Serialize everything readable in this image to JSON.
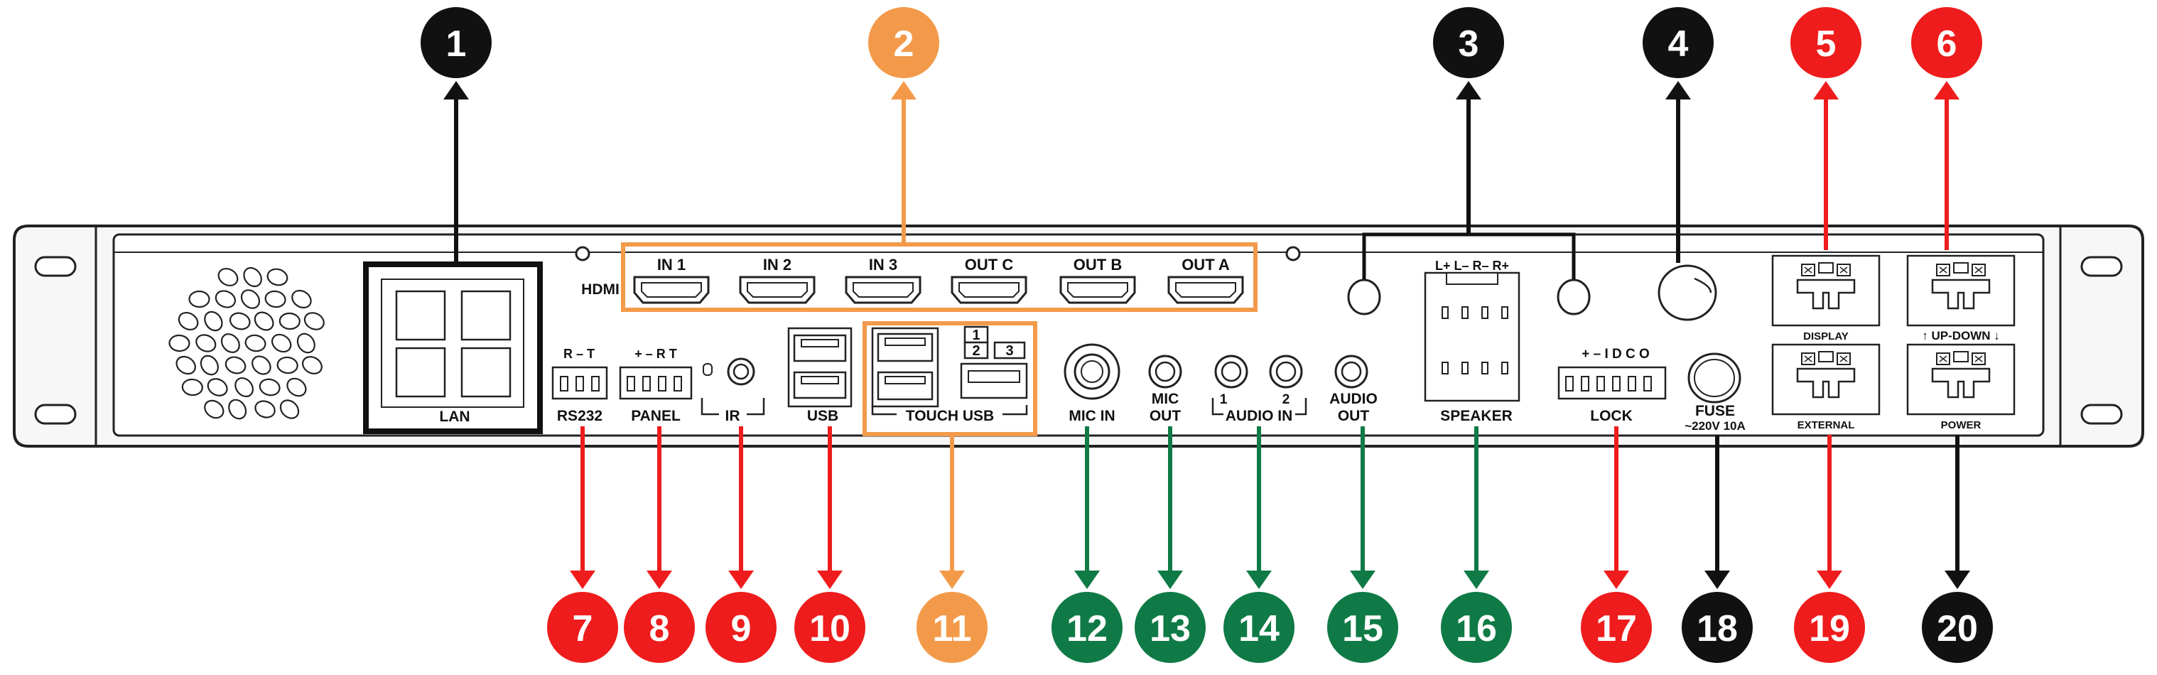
{
  "colors": {
    "black": "#111111",
    "orange": "#f39a4a",
    "red": "#ee1c1c",
    "green": "#0f7a45",
    "panel_fill": "#f7f7f7",
    "stroke": "#222222"
  },
  "labels": {
    "hdmi": "HDMI",
    "in1": "IN 1",
    "in2": "IN 2",
    "in3": "IN 3",
    "outc": "OUT C",
    "outb": "OUT B",
    "outa": "OUT A",
    "lan": "LAN",
    "rs232": "RS232",
    "rs232_pins": "R  –  T",
    "panel": "PANEL",
    "panel_pins": "+  –  R  T",
    "ir": "IR",
    "usb": "USB",
    "touch_usb": "TOUCH USB",
    "touch_n1": "1",
    "touch_n2": "2",
    "touch_n3": "3",
    "mic_in": "MIC IN",
    "mic_out_1": "MIC",
    "mic_out_2": "OUT",
    "audio_in": "AUDIO IN",
    "audio_in_1": "1",
    "audio_in_2": "2",
    "audio_out_1": "AUDIO",
    "audio_out_2": "OUT",
    "speaker": "SPEAKER",
    "speaker_pins": "L+  L–  R–  R+",
    "lock": "LOCK",
    "lock_pins": "+  –  I  D  C  O",
    "fuse": "FUSE",
    "fuse_rating": "~220V 10A",
    "display": "DISPLAY",
    "up_down": "↑ UP-DOWN ↓",
    "external": "EXTERNAL",
    "power": "POWER"
  },
  "callouts": [
    {
      "number": "1",
      "color": "black"
    },
    {
      "number": "2",
      "color": "orange"
    },
    {
      "number": "3",
      "color": "black"
    },
    {
      "number": "4",
      "color": "black"
    },
    {
      "number": "5",
      "color": "red"
    },
    {
      "number": "6",
      "color": "red"
    },
    {
      "number": "7",
      "color": "red"
    },
    {
      "number": "8",
      "color": "red"
    },
    {
      "number": "9",
      "color": "red"
    },
    {
      "number": "10",
      "color": "red"
    },
    {
      "number": "11",
      "color": "orange"
    },
    {
      "number": "12",
      "color": "green"
    },
    {
      "number": "13",
      "color": "green"
    },
    {
      "number": "14",
      "color": "green"
    },
    {
      "number": "15",
      "color": "green"
    },
    {
      "number": "16",
      "color": "green"
    },
    {
      "number": "17",
      "color": "red"
    },
    {
      "number": "18",
      "color": "black"
    },
    {
      "number": "19",
      "color": "red"
    },
    {
      "number": "20",
      "color": "black"
    }
  ]
}
